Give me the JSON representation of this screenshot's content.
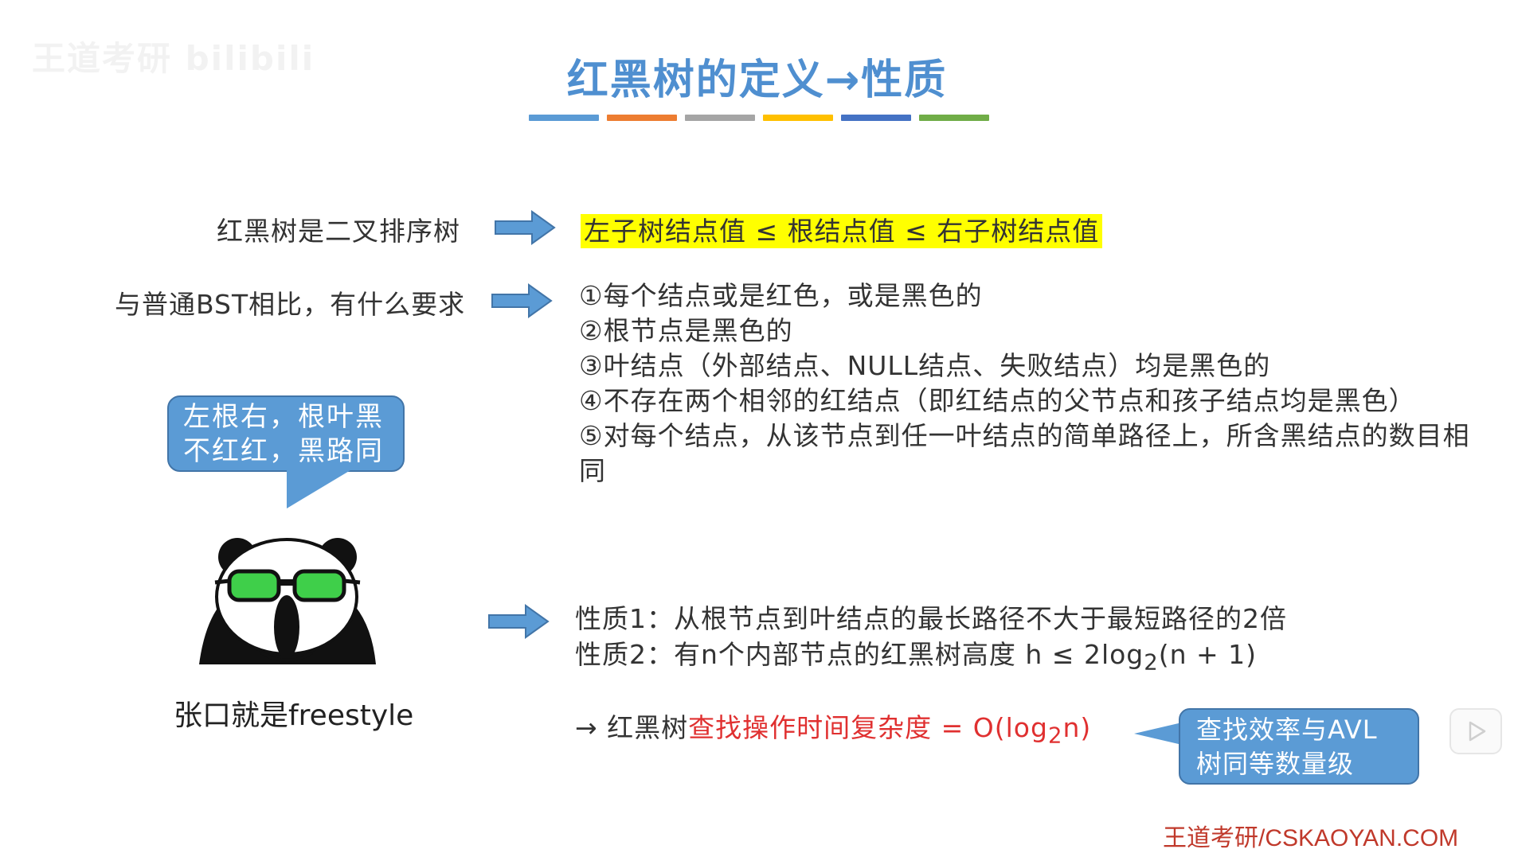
{
  "watermark": "王道考研 bilibili",
  "slide": {
    "title": "红黑树的定义→性质",
    "title_bar_colors": [
      "#5b9bd5",
      "#ed7d31",
      "#a5a5a5",
      "#ffc000",
      "#4472c4",
      "#70ad47"
    ]
  },
  "row1": {
    "label": "红黑树是二叉排序树",
    "result": "左子树结点值 ≤ 根结点值 ≤ 右子树结点值"
  },
  "row2": {
    "label": "与普通BST相比，有什么要求",
    "requirements": [
      "①每个结点或是红色，或是黑色的",
      "②根节点是黑色的",
      "③叶结点（外部结点、NULL结点、失败结点）均是黑色的",
      "④不存在两个相邻的红结点（即红结点的父节点和孩子结点均是黑色）",
      "⑤对每个结点，从该节点到任一叶结点的简单路径上，所含黑结点的数目相同"
    ]
  },
  "mnemonic": {
    "line1": "左根右，根叶黑",
    "line2": "不红红，黑路同"
  },
  "meme_caption": "张口就是freestyle",
  "properties": {
    "p1": "性质1：从根节点到叶结点的最长路径不大于最短路径的2倍",
    "p2_prefix": "性质2：有n个内部节点的红黑树高度 h ≤ 2log",
    "p2_sub": "2",
    "p2_suffix": "(n + 1)"
  },
  "conclusion": {
    "arrow": "→",
    "prefix": "红黑树",
    "red_text": "查找操作时间复杂度",
    "formula_prefix": " = O(log",
    "formula_sub": "2",
    "formula_suffix": "n)"
  },
  "note": {
    "line1": "查找效率与AVL",
    "line2": "树同等数量级"
  },
  "footer": "王道考研/CSKAOYAN.COM",
  "colors": {
    "accent": "#5b9bd5",
    "highlight": "#ffff00",
    "red": "#e03030"
  }
}
